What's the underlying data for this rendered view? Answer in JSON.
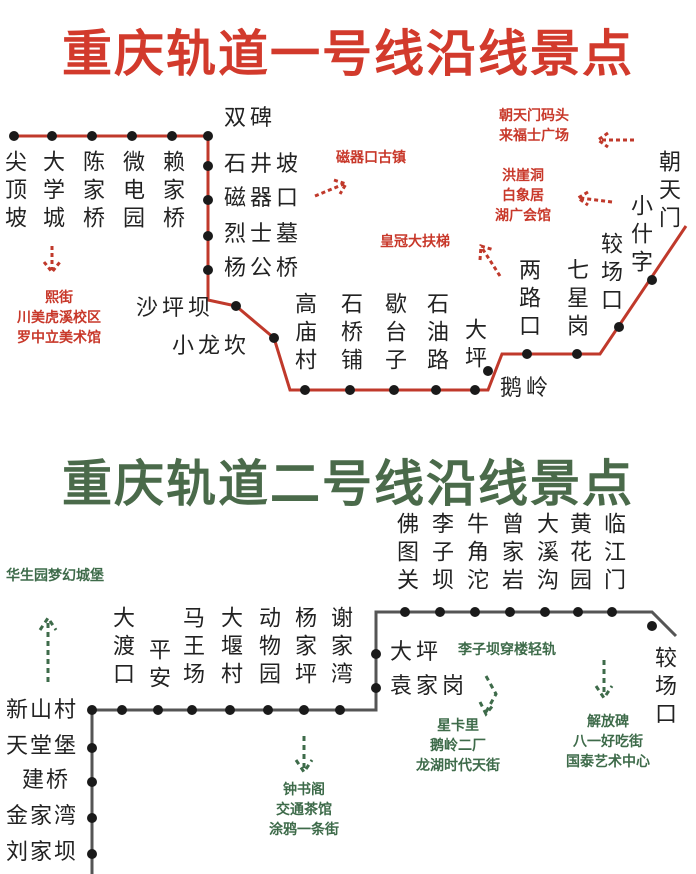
{
  "line1": {
    "title": "重庆轨道一号线沿线景点",
    "line_color": "#c0392b",
    "stations": {
      "jianding": "尖顶坡",
      "daxuecheng": "大学城",
      "chenjiaqiao": "陈家桥",
      "weidian": "微电园",
      "laijiaqiao": "赖家桥",
      "shuangbei": "双碑",
      "shijingpo": "石井坡",
      "ciqikou": "磁器口",
      "lieshimu": "烈士墓",
      "yanggongqiao": "杨公桥",
      "shapingba": "沙坪坝",
      "xiaolongkan": "小龙坎",
      "gaomiaocun": "高庙村",
      "shiqiaopu": "石桥铺",
      "getaizi": "歇台子",
      "shiyoulu": "石油路",
      "daping": "大坪",
      "eling": "鹅岭",
      "xilukou": "两路口",
      "qixinggang": "七星岗",
      "jiaochangkou": "较场口",
      "xiaoshizi": "小什字",
      "chaotianmen": "朝天门"
    },
    "attractions": {
      "xijie": [
        "熙街",
        "川美虎溪校区",
        "罗中立美术馆"
      ],
      "ciqikou_town": [
        "磁器口古镇"
      ],
      "huangguan": [
        "皇冠大扶梯"
      ],
      "chaotian": [
        "朝天门码头",
        "来福士广场"
      ],
      "hongyadong": [
        "洪崖洞",
        "白象居",
        "湖广会馆"
      ]
    }
  },
  "line2": {
    "title": "重庆轨道二号线沿线景点",
    "line_color": "#555555",
    "stations": {
      "fotuguan": "佛图关",
      "liziba": "李子坝",
      "niujiaotuo": "牛角沱",
      "zengjiayan": "曾家岩",
      "daxigou": "大溪沟",
      "huanghuayuan": "黄花园",
      "linjiangmen": "临江门",
      "jiaochangkou": "较场口",
      "daping": "大坪",
      "yuanjiagang": "袁家岗",
      "xiejiawan": "谢家湾",
      "yangjiaping": "杨家坪",
      "dongwuyuan": "动物园",
      "dayancun": "大堰村",
      "mawangchang": "马王场",
      "pingan": "平安",
      "dadukou": "大渡口",
      "xinshancun": "新山村",
      "tiantangbao": "天堂堡",
      "jianqiao": "建桥",
      "jinjiawan": "金家湾",
      "liujiaba": "刘家坝"
    },
    "attractions": {
      "huasheng": [
        "华生园梦幻城堡"
      ],
      "liziba_rail": [
        "李子坝穿楼轻轨"
      ],
      "xingkali": [
        "星卡里",
        "鹅岭二厂",
        "龙湖时代天街"
      ],
      "jiefangbei": [
        "解放碑",
        "八一好吃街",
        "国泰艺术中心"
      ],
      "zhongshuge": [
        "钟书阁",
        "交通茶馆",
        "涂鸦一条街"
      ]
    }
  }
}
